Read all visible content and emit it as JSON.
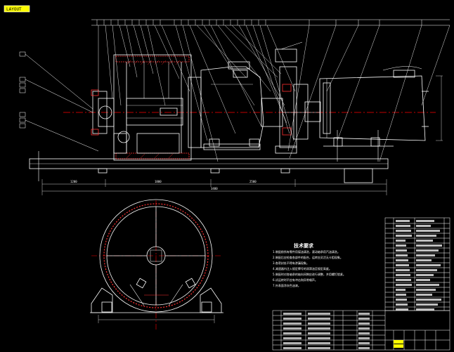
{
  "drawing": {
    "title_tab": "LAYOUT",
    "notes_title": "技术要求",
    "notes_lines": [
      "1.装配前所有零件用煤油清洗，滚动轴承用汽油清洗。",
      "2.装配后应检查各部件的配合，运转应灵活无卡阻现象。",
      "3.各密封处不得有渗漏现象。",
      "4.减速器内注入规定牌号的润滑油至规定高度。",
      "5.装配时对各轴承的轴向间隙应进行调整，并用螺钉锁紧。",
      "6.试运转时不应有冲击和异常噪声。",
      "7.外表面涂灰色油漆。"
    ],
    "dimensions": [
      "1200",
      "1800",
      "2500",
      "3480"
    ],
    "colors": {
      "background": "#000000",
      "outline": "#ffffff",
      "centerline": "#ff0000",
      "section": "#ff3030",
      "leader": "#ffffff",
      "label_fill": "#ffff00"
    }
  }
}
